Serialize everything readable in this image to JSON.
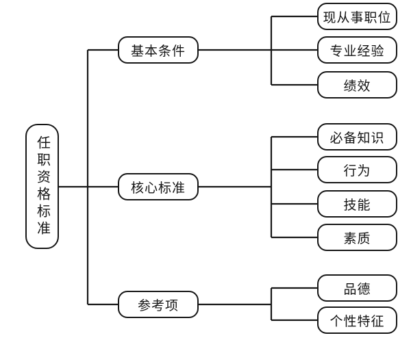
{
  "diagram": {
    "title_implied": "",
    "root": {
      "label": "任职资格标准"
    },
    "branches": [
      {
        "label": "基本条件",
        "children": [
          {
            "label": "现从事职位"
          },
          {
            "label": "专业经验"
          },
          {
            "label": "绩效"
          }
        ]
      },
      {
        "label": "核心标准",
        "children": [
          {
            "label": "必备知识"
          },
          {
            "label": "行为"
          },
          {
            "label": "技能"
          },
          {
            "label": "素质"
          }
        ]
      },
      {
        "label": "参考项",
        "children": [
          {
            "label": "品德"
          },
          {
            "label": "个性特征"
          }
        ]
      }
    ],
    "colors": {
      "line": "#161616",
      "box_border": "#161616",
      "text": "#141414",
      "background": "#ffffff"
    }
  }
}
